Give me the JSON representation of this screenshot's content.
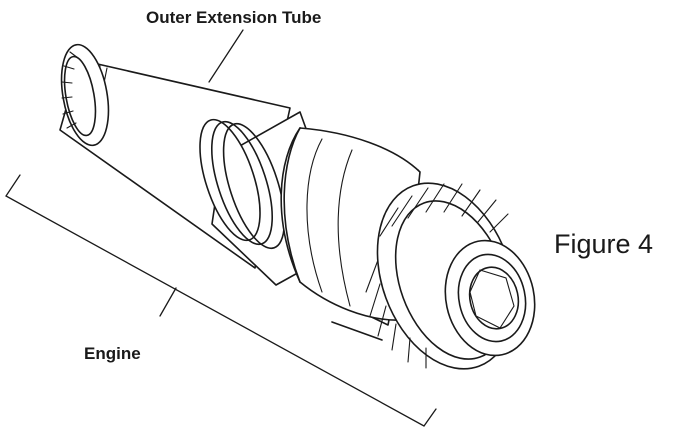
{
  "labels": {
    "outer_extension_tube": "Outer Extension Tube",
    "engine": "Engine",
    "figure": "Figure 4"
  }
}
